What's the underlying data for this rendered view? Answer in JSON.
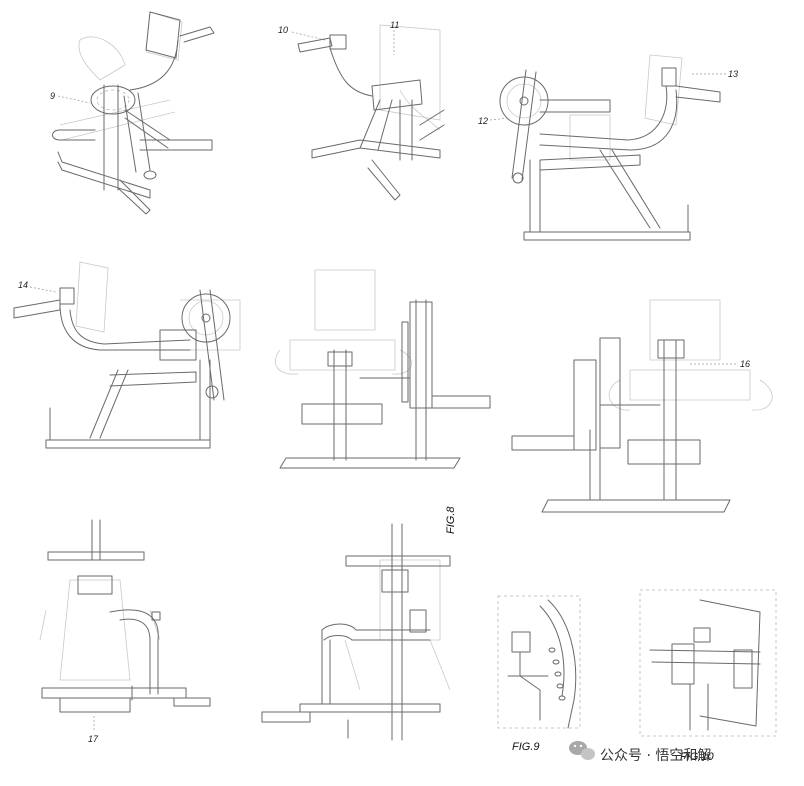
{
  "labels": {
    "ref_9": "9",
    "ref_10": "10",
    "ref_11": "11",
    "ref_12": "12",
    "ref_13": "13",
    "ref_14": "14",
    "ref_16": "16",
    "ref_17": "17",
    "fig_8": "FIG.8",
    "fig_9": "FIG.9",
    "fig_10": "FIG.10"
  },
  "watermark": {
    "text": "公众号 · 悟空和解",
    "icon": "wechat-bubbles-icon"
  },
  "colors": {
    "background": "#ffffff",
    "line": "#6a6a6a",
    "ink": "#333333"
  }
}
